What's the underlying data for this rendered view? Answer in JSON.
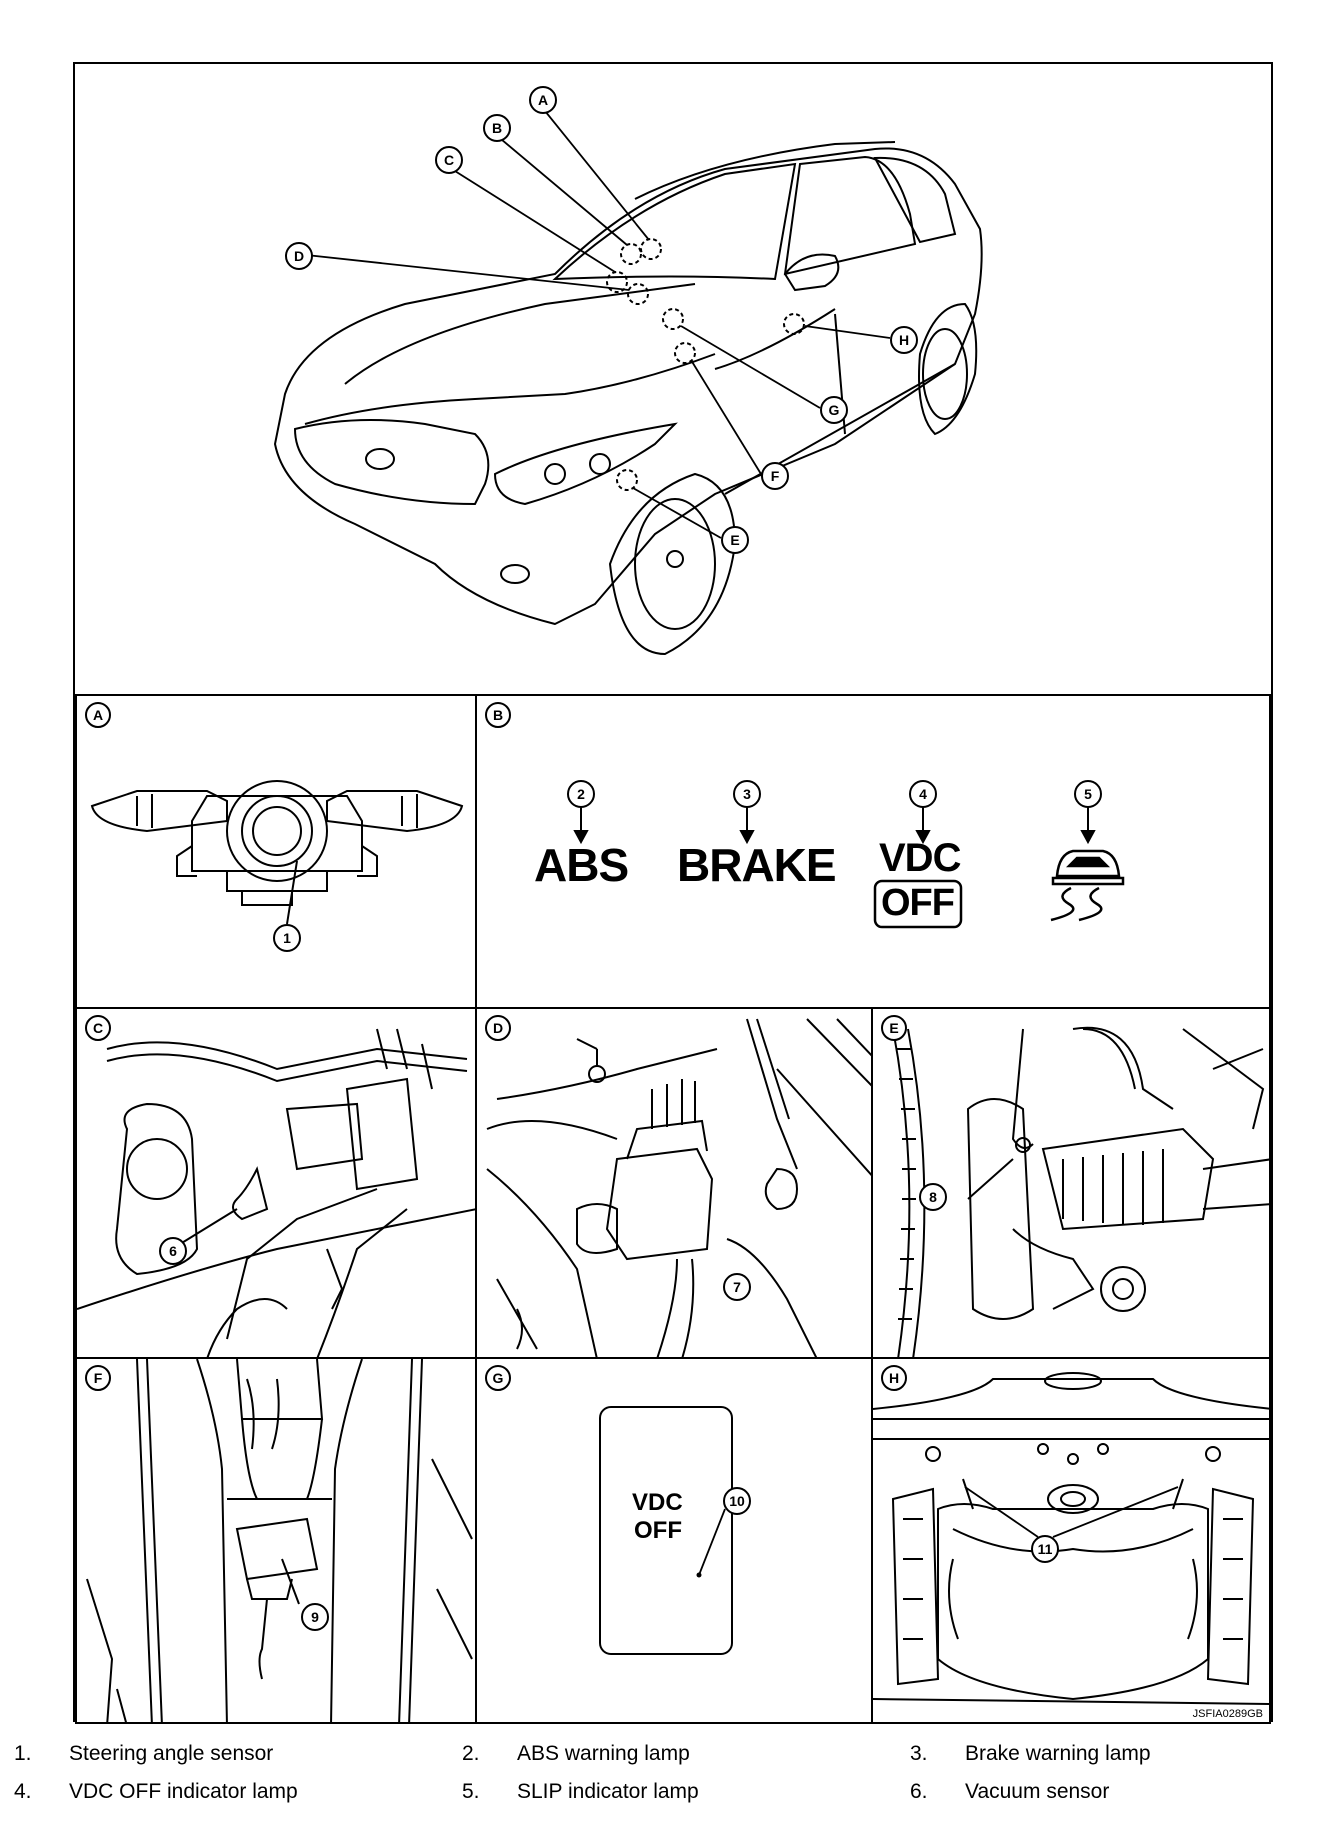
{
  "figure_code": "JSFIA0289GB",
  "location_callouts": [
    "A",
    "B",
    "C",
    "D",
    "E",
    "F",
    "G",
    "H"
  ],
  "panels": {
    "A": {
      "label": "A",
      "callouts": [
        "1"
      ]
    },
    "B": {
      "label": "B",
      "callouts": [
        "2",
        "3",
        "4",
        "5"
      ],
      "lamps": {
        "abs": "ABS",
        "brake": "BRAKE",
        "vdc_line1": "VDC",
        "vdc_line2": "OFF"
      }
    },
    "C": {
      "label": "C",
      "callouts": [
        "6"
      ]
    },
    "D": {
      "label": "D",
      "callouts": [
        "7"
      ]
    },
    "E": {
      "label": "E",
      "callouts": [
        "8"
      ]
    },
    "F": {
      "label": "F",
      "callouts": [
        "9"
      ]
    },
    "G": {
      "label": "G",
      "callouts": [
        "10"
      ],
      "switch_line1": "VDC",
      "switch_line2": "OFF"
    },
    "H": {
      "label": "H",
      "callouts": [
        "11"
      ]
    }
  },
  "legend": [
    {
      "num": "1.",
      "text": "Steering angle sensor"
    },
    {
      "num": "2.",
      "text": "ABS warning lamp"
    },
    {
      "num": "3.",
      "text": "Brake warning lamp"
    },
    {
      "num": "4.",
      "text": "VDC OFF indicator lamp"
    },
    {
      "num": "5.",
      "text": "SLIP indicator lamp"
    },
    {
      "num": "6.",
      "text": "Vacuum sensor"
    }
  ]
}
